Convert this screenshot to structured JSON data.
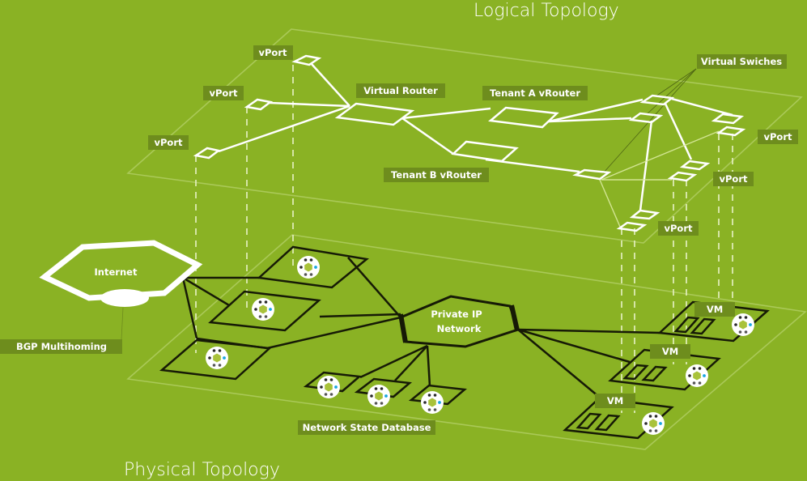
{
  "titles": {
    "logical": "Logical Topology",
    "physical": "Physical Topology"
  },
  "logical_labels": {
    "vport_1": "vPort",
    "vport_2": "vPort",
    "vport_3": "vPort",
    "vport_4": "vPort",
    "vport_5": "vPort",
    "vport_6": "vPort",
    "virtual_router": "Virtual Router",
    "tenant_a": "Tenant A vRouter",
    "tenant_b": "Tenant B vRouter",
    "virtual_switches": "Virtual Swiches"
  },
  "physical_labels": {
    "internet": "Internet",
    "bgp": "BGP Multihoming",
    "private_ip_line1": "Private IP",
    "private_ip_line2": "Network",
    "nsdb": "Network State Database",
    "vm_1": "VM",
    "vm_2": "VM",
    "vm_3": "VM"
  },
  "colors": {
    "background": "#8ab224",
    "label_bg": "#6e8d1d",
    "logical_lines": "#ffffff",
    "physical_lines": "#161a06",
    "node_accent": "#a9c23a",
    "node_dot_blue": "#19a6e0"
  }
}
